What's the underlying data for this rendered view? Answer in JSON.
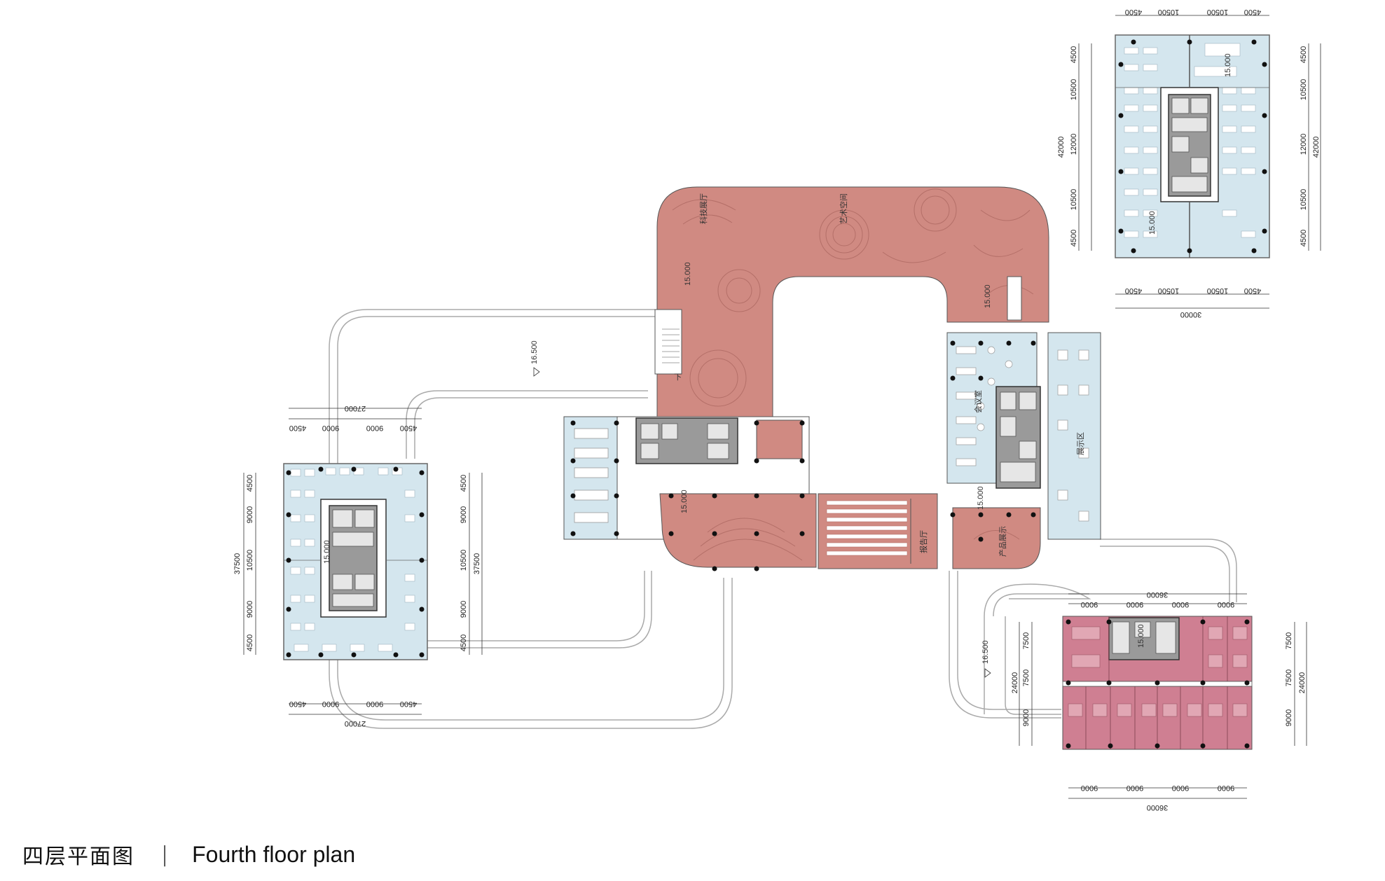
{
  "caption": {
    "zh": "四层平面图",
    "separator": "|",
    "en": "Fourth floor plan"
  },
  "colors": {
    "office_blue": "#d4e6ee",
    "public_red": "#d08a82",
    "residential_pink": "#cf7f92",
    "core_gray": "#9a9a9a",
    "line": "#555555"
  },
  "levels": {
    "podium_left": "15.000",
    "podium_right": "15.000",
    "podium_lower_left": "15.000",
    "podium_lower_right": "15.000",
    "deck_left": "16.500",
    "deck_right": "16.500",
    "tower_top": "15.000",
    "tower_top_lower": "15.000",
    "tower_left": "15.000",
    "tower_pink": "15.000"
  },
  "room_labels": {
    "red_left": "科技展厅",
    "red_center": "艺术空间",
    "blue_mid": "会议室",
    "blue_right": "展示区",
    "hall": "报告厅",
    "red_lower_right": "产品展示",
    "stair_down": "下"
  },
  "dims": {
    "top_tower": {
      "top": [
        "4500",
        "10500",
        "10500",
        "4500"
      ],
      "bottom": [
        "4500",
        "10500",
        "10500",
        "4500"
      ],
      "bottom_total": "30000",
      "left": [
        "4500",
        "10500",
        "12000",
        "10500",
        "4500"
      ],
      "left_total": "42000",
      "right": [
        "4500",
        "10500",
        "12000",
        "10500",
        "4500"
      ],
      "right_total": "42000"
    },
    "left_tower": {
      "top_total": "27000",
      "top": [
        "4500",
        "9000",
        "9000",
        "4500"
      ],
      "bottom": [
        "4500",
        "9000",
        "9000",
        "4500"
      ],
      "bottom_total": "27000",
      "left": [
        "4500",
        "9000",
        "10500",
        "9000",
        "4500"
      ],
      "left_total": "37500",
      "right": [
        "4500",
        "9000",
        "10500",
        "9000",
        "4500"
      ],
      "right_total": "37500"
    },
    "pink_block": {
      "top_total": "36000",
      "top": [
        "9000",
        "9000",
        "9000",
        "9000"
      ],
      "bottom": [
        "9000",
        "9000",
        "9000",
        "9000"
      ],
      "bottom_total": "36000",
      "left": [
        "7500",
        "7500",
        "9000"
      ],
      "left_total": "24000",
      "right": [
        "7500",
        "7500",
        "9000"
      ],
      "right_total": "24000"
    }
  }
}
